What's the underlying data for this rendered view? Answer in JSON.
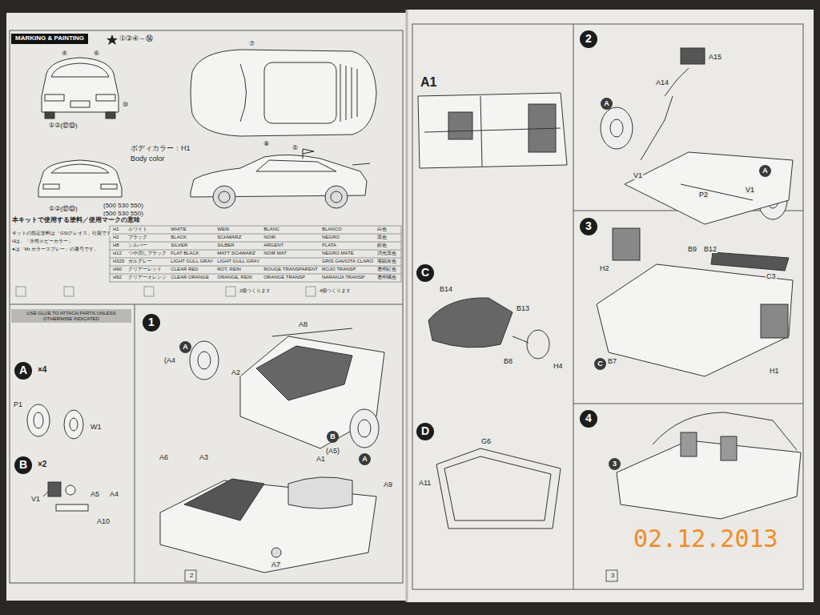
{
  "diagram": {
    "nodes": [
      {
        "text": [
          "MARKING & PAINTING"
        ]
      },
      {
        "text": [
          "USE GLUE TO ATTACH PARTS UNLESS OTHERWISE INDICATED"
        ]
      },
      {
        "text": [
          "A"
        ]
      },
      {
        "text": [
          "B"
        ]
      },
      {
        "text": [
          "1"
        ]
      },
      {
        "text": [
          "A"
        ]
      },
      {
        "text": [
          "B"
        ]
      },
      {
        "text": [
          "A"
        ]
      },
      {
        "text": [
          "C"
        ]
      },
      {
        "text": [
          "D"
        ]
      },
      {
        "text": [
          "2"
        ]
      },
      {
        "text": [
          "A"
        ]
      },
      {
        "text": [
          "A"
        ]
      },
      {
        "text": [
          "3"
        ]
      },
      {
        "text": [
          "C"
        ]
      },
      {
        "text": [
          "4"
        ]
      },
      {
        "text": [
          "3"
        ]
      }
    ],
    "labels": [
      "①②④～⑭",
      "④",
      "⑥",
      "⑦",
      "⑩",
      "①②(⑫⑬)",
      "⑧",
      "ボディカラー：H1",
      "Body color",
      "⑤",
      "(500 530 550)",
      "(500 530 550)",
      "①②(⑫⑬)",
      "本キットで使用する塗料／使用マークの意味",
      "キットの指定塗料は「GSIクレオス」社製です",
      "Hは、「水性ホビーカラー」",
      "●は「Mr.カラースプレー」の番号です。",
      "H1",
      "ホワイト",
      "WHITE",
      "WEIß",
      "BLANC",
      "BLANCO",
      "白色",
      "H2",
      "ブラック",
      "BLACK",
      "SCHWARZ",
      "NOIR",
      "NEGRO",
      "黑色",
      "H8",
      "シルバー",
      "SILVER",
      "SILBER",
      "ARGENT",
      "PLATA",
      "銀色",
      "H12",
      "つや消しブラック",
      "FLAT BLACK",
      "MATT SCHWARZ",
      "NOIR MAT",
      "NEGRO MATE",
      "消光黑色",
      "H325",
      "ガルグレー",
      "LIGHT GULL GRAY",
      "LIGHT GULL GRAY",
      "GRIS GAVIOTA CLARO",
      "海鷗灰色",
      "H90",
      "クリアーレッド",
      "CLEAR RED",
      "ROT, REIN",
      "ROUGE TRANSPARENT",
      "ROJO TRANSP",
      "透明紅色",
      "H92",
      "クリアーオレンジ",
      "CLEAR ORANGE",
      "ORANGE, REIN",
      "ORANGE TRANSP",
      "NARANJA TRANSP",
      "透明橘色",
      "2個つくります",
      "4個つくります",
      "×4",
      "×2",
      "P1",
      "W1",
      "V1",
      "A5",
      "A4",
      "A10",
      "A8",
      "(A4",
      "A2",
      "A1",
      "A6",
      "A3",
      "A9",
      "(A5)",
      "A7",
      "2",
      "A1",
      "B14",
      "B13",
      "B8",
      "H4",
      "G6",
      "A11",
      "A14",
      "A15",
      "V1",
      "P2",
      "V1",
      "H2",
      "B9",
      "B12",
      "C3",
      "B7",
      "H1",
      "3",
      "02.12.2013"
    ]
  }
}
